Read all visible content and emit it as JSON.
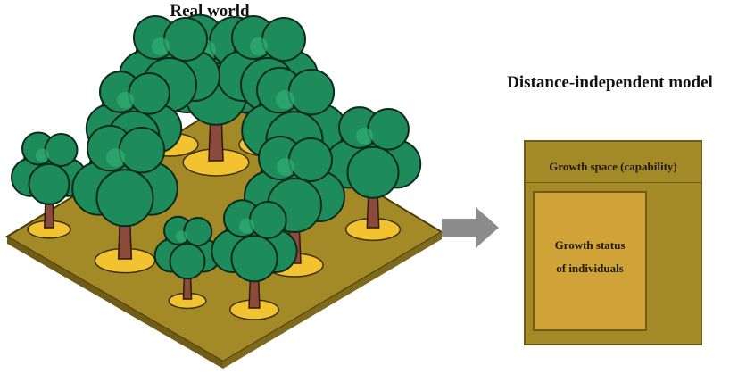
{
  "left_title": "Real world",
  "right_title": "Distance-independent model",
  "model": {
    "outer_label": "Growth space (capability)",
    "inner_label_line1": "Growth status",
    "inner_label_line2": "of individuals"
  },
  "colors": {
    "ground": "#a48a26",
    "ground_edge": "#6e5c17",
    "canopy": "#1e8c5a",
    "canopy_dark": "#14593a",
    "trunk": "#8b4a3a",
    "tree_base": "#f2c230",
    "arrow": "#8c8c8c",
    "inner_box": "#cfa338"
  }
}
